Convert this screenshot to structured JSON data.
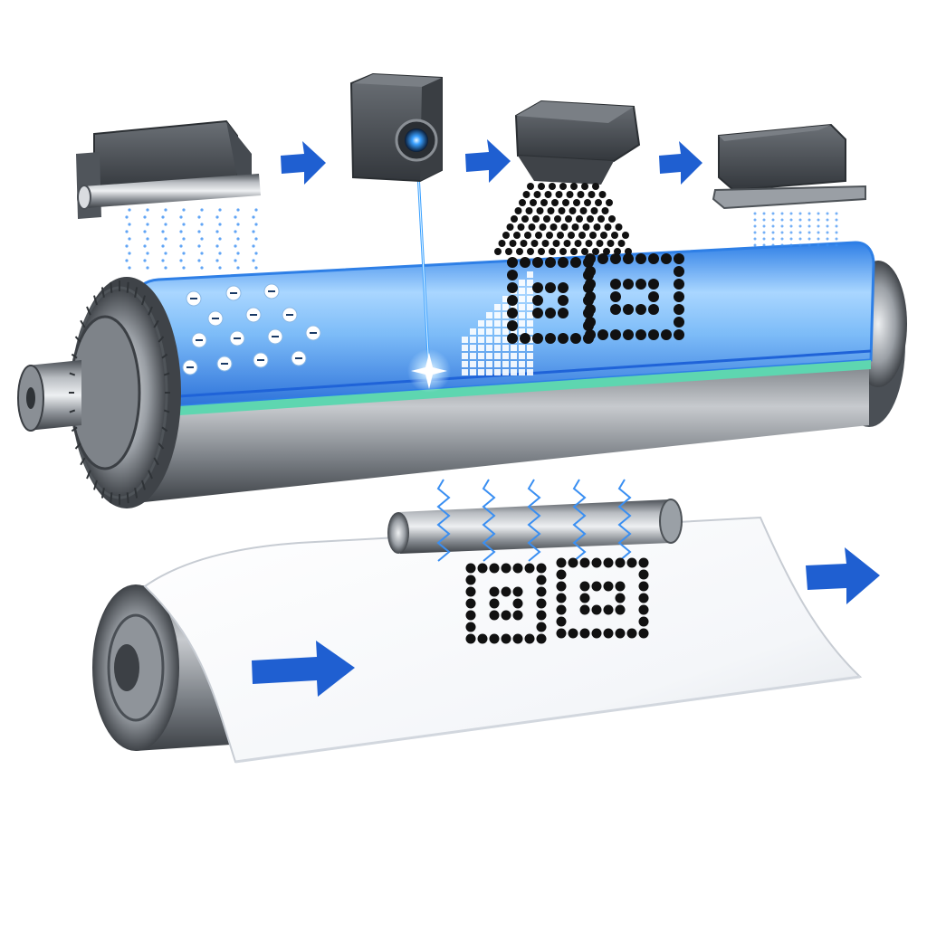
{
  "diagram": {
    "components": [
      {
        "id": "charge-unit",
        "icon": "corona-charger"
      },
      {
        "id": "laser-unit",
        "icon": "laser-scanner"
      },
      {
        "id": "toner-unit",
        "icon": "toner-hopper"
      },
      {
        "id": "cleaning-unit",
        "icon": "cleaning-blade"
      },
      {
        "id": "drum",
        "icon": "photoconductor-drum"
      },
      {
        "id": "transfer-roller",
        "icon": "transfer-roller"
      },
      {
        "id": "paper-sheet",
        "icon": "paper-sheet"
      }
    ],
    "flow_arrows": [
      {
        "from": "charge-unit",
        "to": "laser-unit"
      },
      {
        "from": "laser-unit",
        "to": "toner-unit"
      },
      {
        "from": "toner-unit",
        "to": "cleaning-unit"
      }
    ],
    "colors": {
      "arrow": "#1f5fd1",
      "drum_blue": "#3a93f0",
      "drum_blue_light": "#a9d6ff",
      "stripe": "#5ed6b0",
      "metal_dark": "#4d5257",
      "metal_mid": "#8c9197",
      "metal_light": "#d9dce0",
      "toner": "#111111",
      "spark": "#3a8ff2",
      "paper": "#ffffff"
    }
  }
}
